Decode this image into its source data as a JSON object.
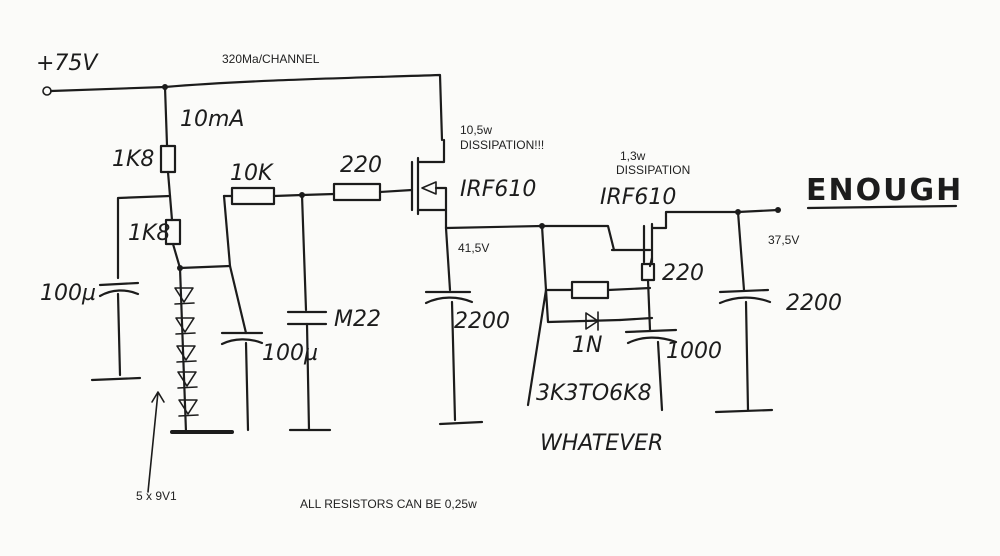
{
  "labels": {
    "supply": "+75V",
    "current_per_channel": "320Ma/CHANNEL",
    "zener_current": "10mA",
    "r1": "1K8",
    "r2": "1K8",
    "r_gate1": "10K",
    "r_gate2": "220",
    "c1": "100µ",
    "c2": "100µ",
    "c3": "M22",
    "mosfet1": "IRF610",
    "mosfet2": "IRF610",
    "dissipation1_line1": "10,5w",
    "dissipation1_line2": "DISSIPATION!!!",
    "dissipation2_line1": "1,3w",
    "dissipation2_line2": "DISSIPATION",
    "voltage1": "41,5V",
    "voltage2": "37,5V",
    "c4": "2200",
    "c5": "2200",
    "c6": "1000",
    "r_source": "220",
    "diode": "1N",
    "r_adjust": "3K3TO6K8",
    "r_adjust_note": "WHATEVER",
    "enough": "ENOUGH",
    "zener_string": "5 x 9V1",
    "footnote": "ALL RESISTORS CAN BE 0,25w"
  }
}
